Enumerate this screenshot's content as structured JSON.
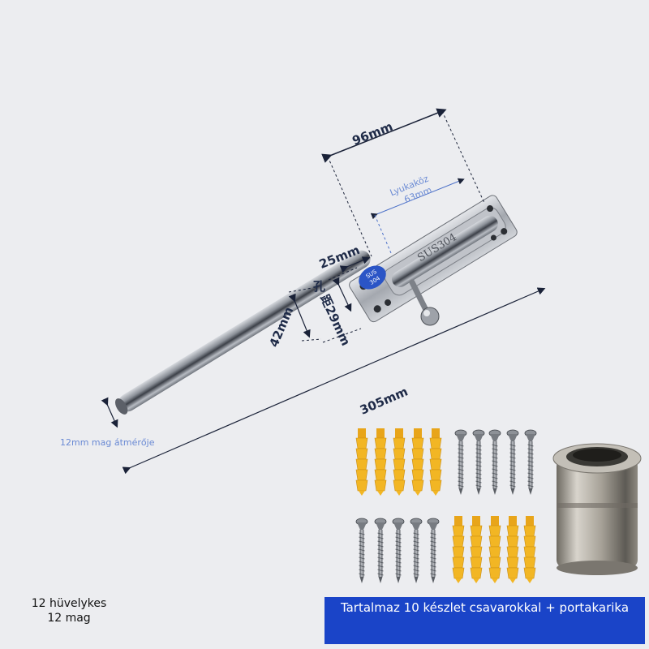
{
  "dimensions": {
    "d96": "96mm",
    "hole_spacing_label": "Lyukaköz",
    "hole_spacing_value": "63mm",
    "d25": "25mm",
    "kong": "孔",
    "ju": "距",
    "d29": "29mm",
    "d42": "42mm",
    "d305": "305mm",
    "core_diameter": "12mm mag átmérője"
  },
  "engraving": {
    "sus_plate": "SUS304",
    "badge_top": "SUS",
    "badge_bottom": "304"
  },
  "caption": {
    "line1": "12 hüvelykes",
    "line2": "12 mag"
  },
  "banner": {
    "text": "Tartalmaz 10 készlet csavarokkal + portakarika",
    "color": "#1a44c8"
  },
  "colors": {
    "background": "#ecedf0",
    "anchor": "#f2b624",
    "steel": "#9a9ea6"
  }
}
